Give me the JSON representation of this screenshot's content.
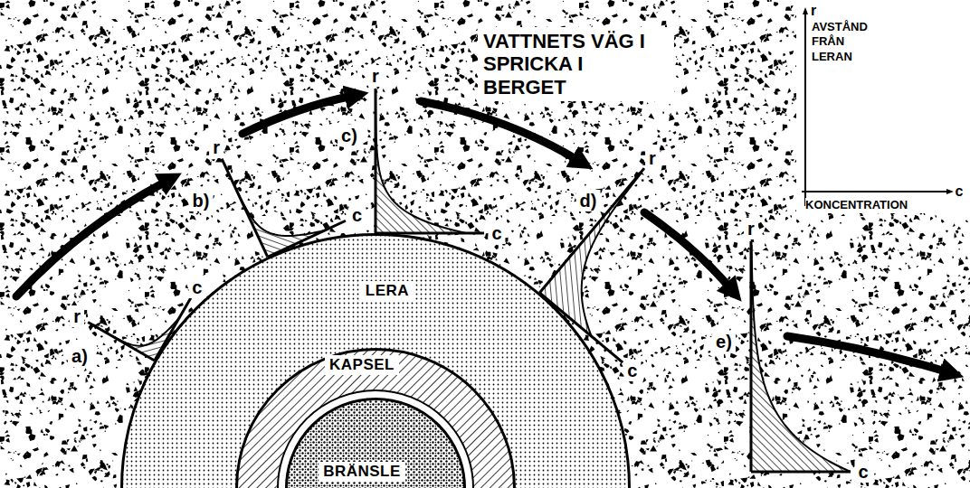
{
  "diagram": {
    "title": "VATTNETS VÄG I SPRICKA I BERGET",
    "nodes": [
      {
        "text": [
          "LERA"
        ]
      },
      {
        "text": [
          "KAPSEL"
        ],
        "in": 0
      },
      {
        "text": [
          "BRÄNSLE"
        ],
        "in": 1
      }
    ],
    "labels": [
      "a)",
      "r",
      "c",
      "b)",
      "r",
      "c",
      "c)",
      "r",
      "c",
      "d)",
      "r",
      "c",
      "e)",
      "r",
      "c",
      "r",
      "AVSTÅND FRÅN LERAN",
      "KONCENTRATION",
      "c"
    ]
  }
}
